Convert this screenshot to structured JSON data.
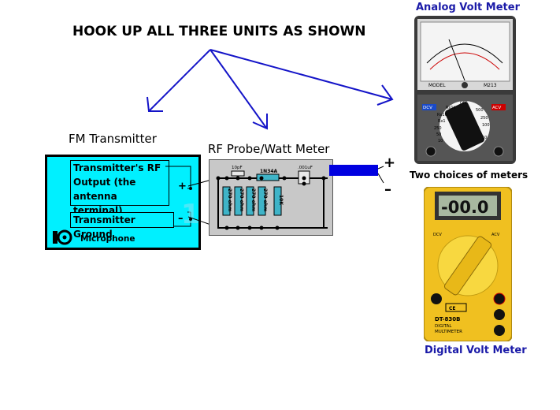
{
  "instruction": "HOOK UP ALL THREE UNITS AS SHOWN",
  "transmitter": {
    "title": "FM Transmitter",
    "rf_output": [
      "Transmitter's RF",
      "Output (the antenna",
      "terminal)"
    ],
    "ground": "Transmitter  Ground",
    "microphone": "Microphone",
    "plus": "+",
    "minus": "–"
  },
  "probe": {
    "title": "RF Probe/Watt Meter",
    "diode": "1N34A",
    "cap_left": "10pF",
    "cap_right": ".001uF",
    "resistors": [
      "270 ohm",
      "270 ohm",
      "270 ohm",
      "270 ohm",
      "10K"
    ]
  },
  "output_terminals": {
    "plus": "+",
    "minus": "–"
  },
  "analog_meter": {
    "title": "Analog Volt Meter",
    "model_label": "MODEL",
    "model": "M213",
    "dial_labels": [
      "OFF",
      "Rx1k",
      "Rx10",
      "Rx1",
      "10",
      "50",
      "250",
      "500",
      "100",
      "10",
      "250",
      "ACV",
      "DCV"
    ]
  },
  "two_choices": "Two choices of meters",
  "digital_meter": {
    "title": "Digital Volt Meter",
    "display": "-00.0",
    "model": "DT-830B",
    "subtitle": [
      "DIGITAL",
      "MULTIMETER"
    ],
    "ce": "CE"
  },
  "colors": {
    "arrows": "#1414c8",
    "transmitter_fill": "#00f0ff",
    "probe_board": "#c8c8c8",
    "cable": "#0000e0",
    "digital_meter_body": "#f0c020",
    "analog_meter_body": "#3a3a3a",
    "meter_titles": "#1a1aa8"
  },
  "icons": [
    "arrow-icon",
    "microphone-icon"
  ]
}
